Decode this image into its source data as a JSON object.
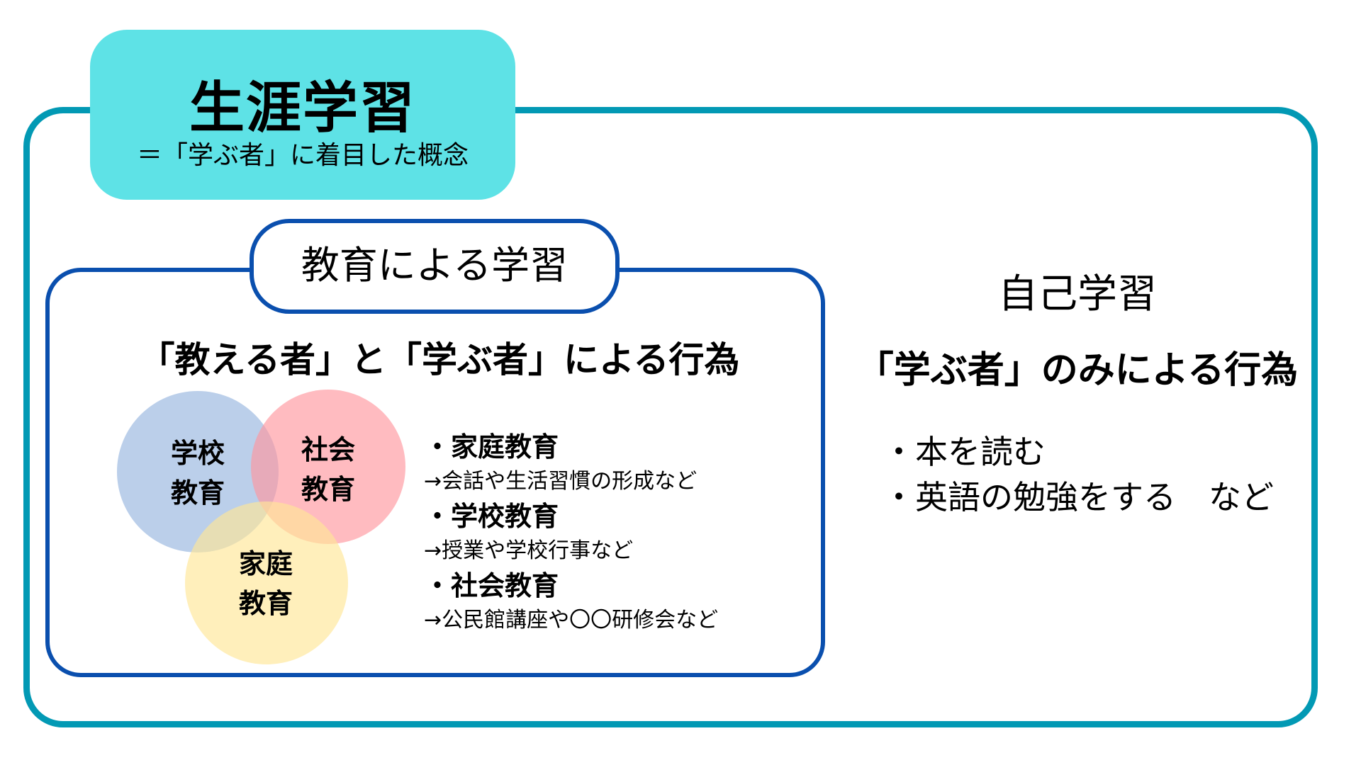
{
  "title": {
    "main": "生涯学習",
    "sub": "＝「学ぶ者」に着目した概念"
  },
  "education_learning": {
    "label": "教育による学習",
    "heading": "「教える者」と「学ぶ者」による行為",
    "venn": {
      "school": "学校\n教育",
      "social": "社会\n教育",
      "home": "家庭\n教育",
      "school_line1": "学校",
      "school_line2": "教育",
      "social_line1": "社会",
      "social_line2": "教育",
      "home_line1": "家庭",
      "home_line2": "教育"
    },
    "items": [
      {
        "head": "・家庭教育",
        "desc": "→会話や生活習慣の形成など"
      },
      {
        "head": "・学校教育",
        "desc": "→授業や学校行事など"
      },
      {
        "head": "・社会教育",
        "desc": "→公民館講座や〇〇研修会など"
      }
    ]
  },
  "self_learning": {
    "title": "自己学習",
    "heading": "「学ぶ者」のみによる行為",
    "items": [
      "・本を読む",
      "・英語の勉強をする　など"
    ]
  },
  "colors": {
    "outer_border": "#0299b4",
    "title_bg": "#5ee2e6",
    "inner_border": "#0a4fae",
    "circle_school": "#b8cbe8",
    "circle_social": "#ffb3b8",
    "circle_home": "#fff0b8"
  }
}
